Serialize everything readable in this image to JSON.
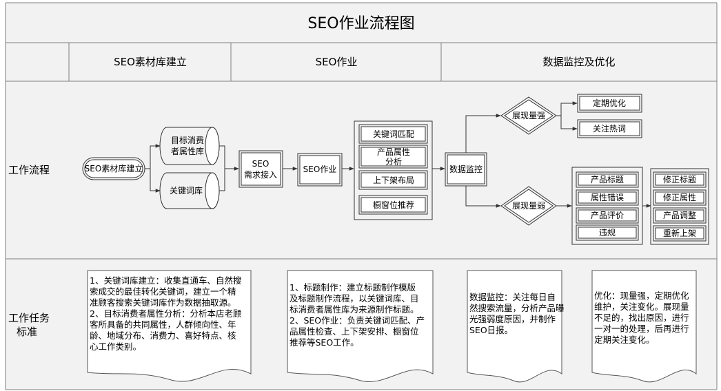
{
  "title": "SEO作业流程图",
  "phases": [
    "SEO素材库建立",
    "SEO作业",
    "数据监控及优化"
  ],
  "lanes": {
    "workflow": "工作流程",
    "standard_line1": "工作任务",
    "standard_line2": "标准"
  },
  "nodes": {
    "start": "SEO素材库建立",
    "target_db_line1": "目标消费",
    "target_db_line2": "者属性库",
    "keyword_db": "关键词库",
    "demand_line1": "SEO",
    "demand_line2": "需求接入",
    "seo_work": "SEO作业",
    "sub_tasks": [
      "关键词匹配",
      "产品属性\n分析",
      "上下架布局",
      "橱窗位推荐"
    ],
    "monitor": "数据监控",
    "strong": "展现量强",
    "weak": "展现量弱",
    "strong_actions": [
      "定期优化",
      "关注热词"
    ],
    "problems": [
      "产品标题",
      "属性错误",
      "产品评价",
      "违规"
    ],
    "fixes": [
      "修正标题",
      "修正属性",
      "产品调整",
      "重新上架"
    ]
  },
  "docs": {
    "doc1": [
      "1、关键词库建立：收集直通车、自然搜",
      "索成交的最佳转化关键词，建立一个精",
      "准顾客搜索关键词库作为数据抽取源。",
      "2、目标消费者属性分析：分析本店老顾",
      "客所具备的共同属性，人群倾向性、年",
      "龄、地域分布、消费力、喜好特点、核",
      "心工作类别。"
    ],
    "doc2": [
      "1、标题制作：建立标题制作模版",
      "及标题制作流程，以关键词库、目",
      "标消费者属性库为来源制作标题。",
      "2、SEO作业：负责关键词匹配、产",
      "品属性检查、上下架安排、橱窗位",
      "推荐等SEO工作。"
    ],
    "doc3": [
      "数据监控：关注每日自",
      "然搜索流量，分析产品曝",
      "光强弱度原因，并制作",
      "SEO日报。"
    ],
    "doc4": [
      "优化：现量强，定期优化",
      "维护，关注变化。展现量",
      "不足的，找出原因，进行",
      "一对一的处理，后再进行",
      "定期关注变化。"
    ]
  }
}
